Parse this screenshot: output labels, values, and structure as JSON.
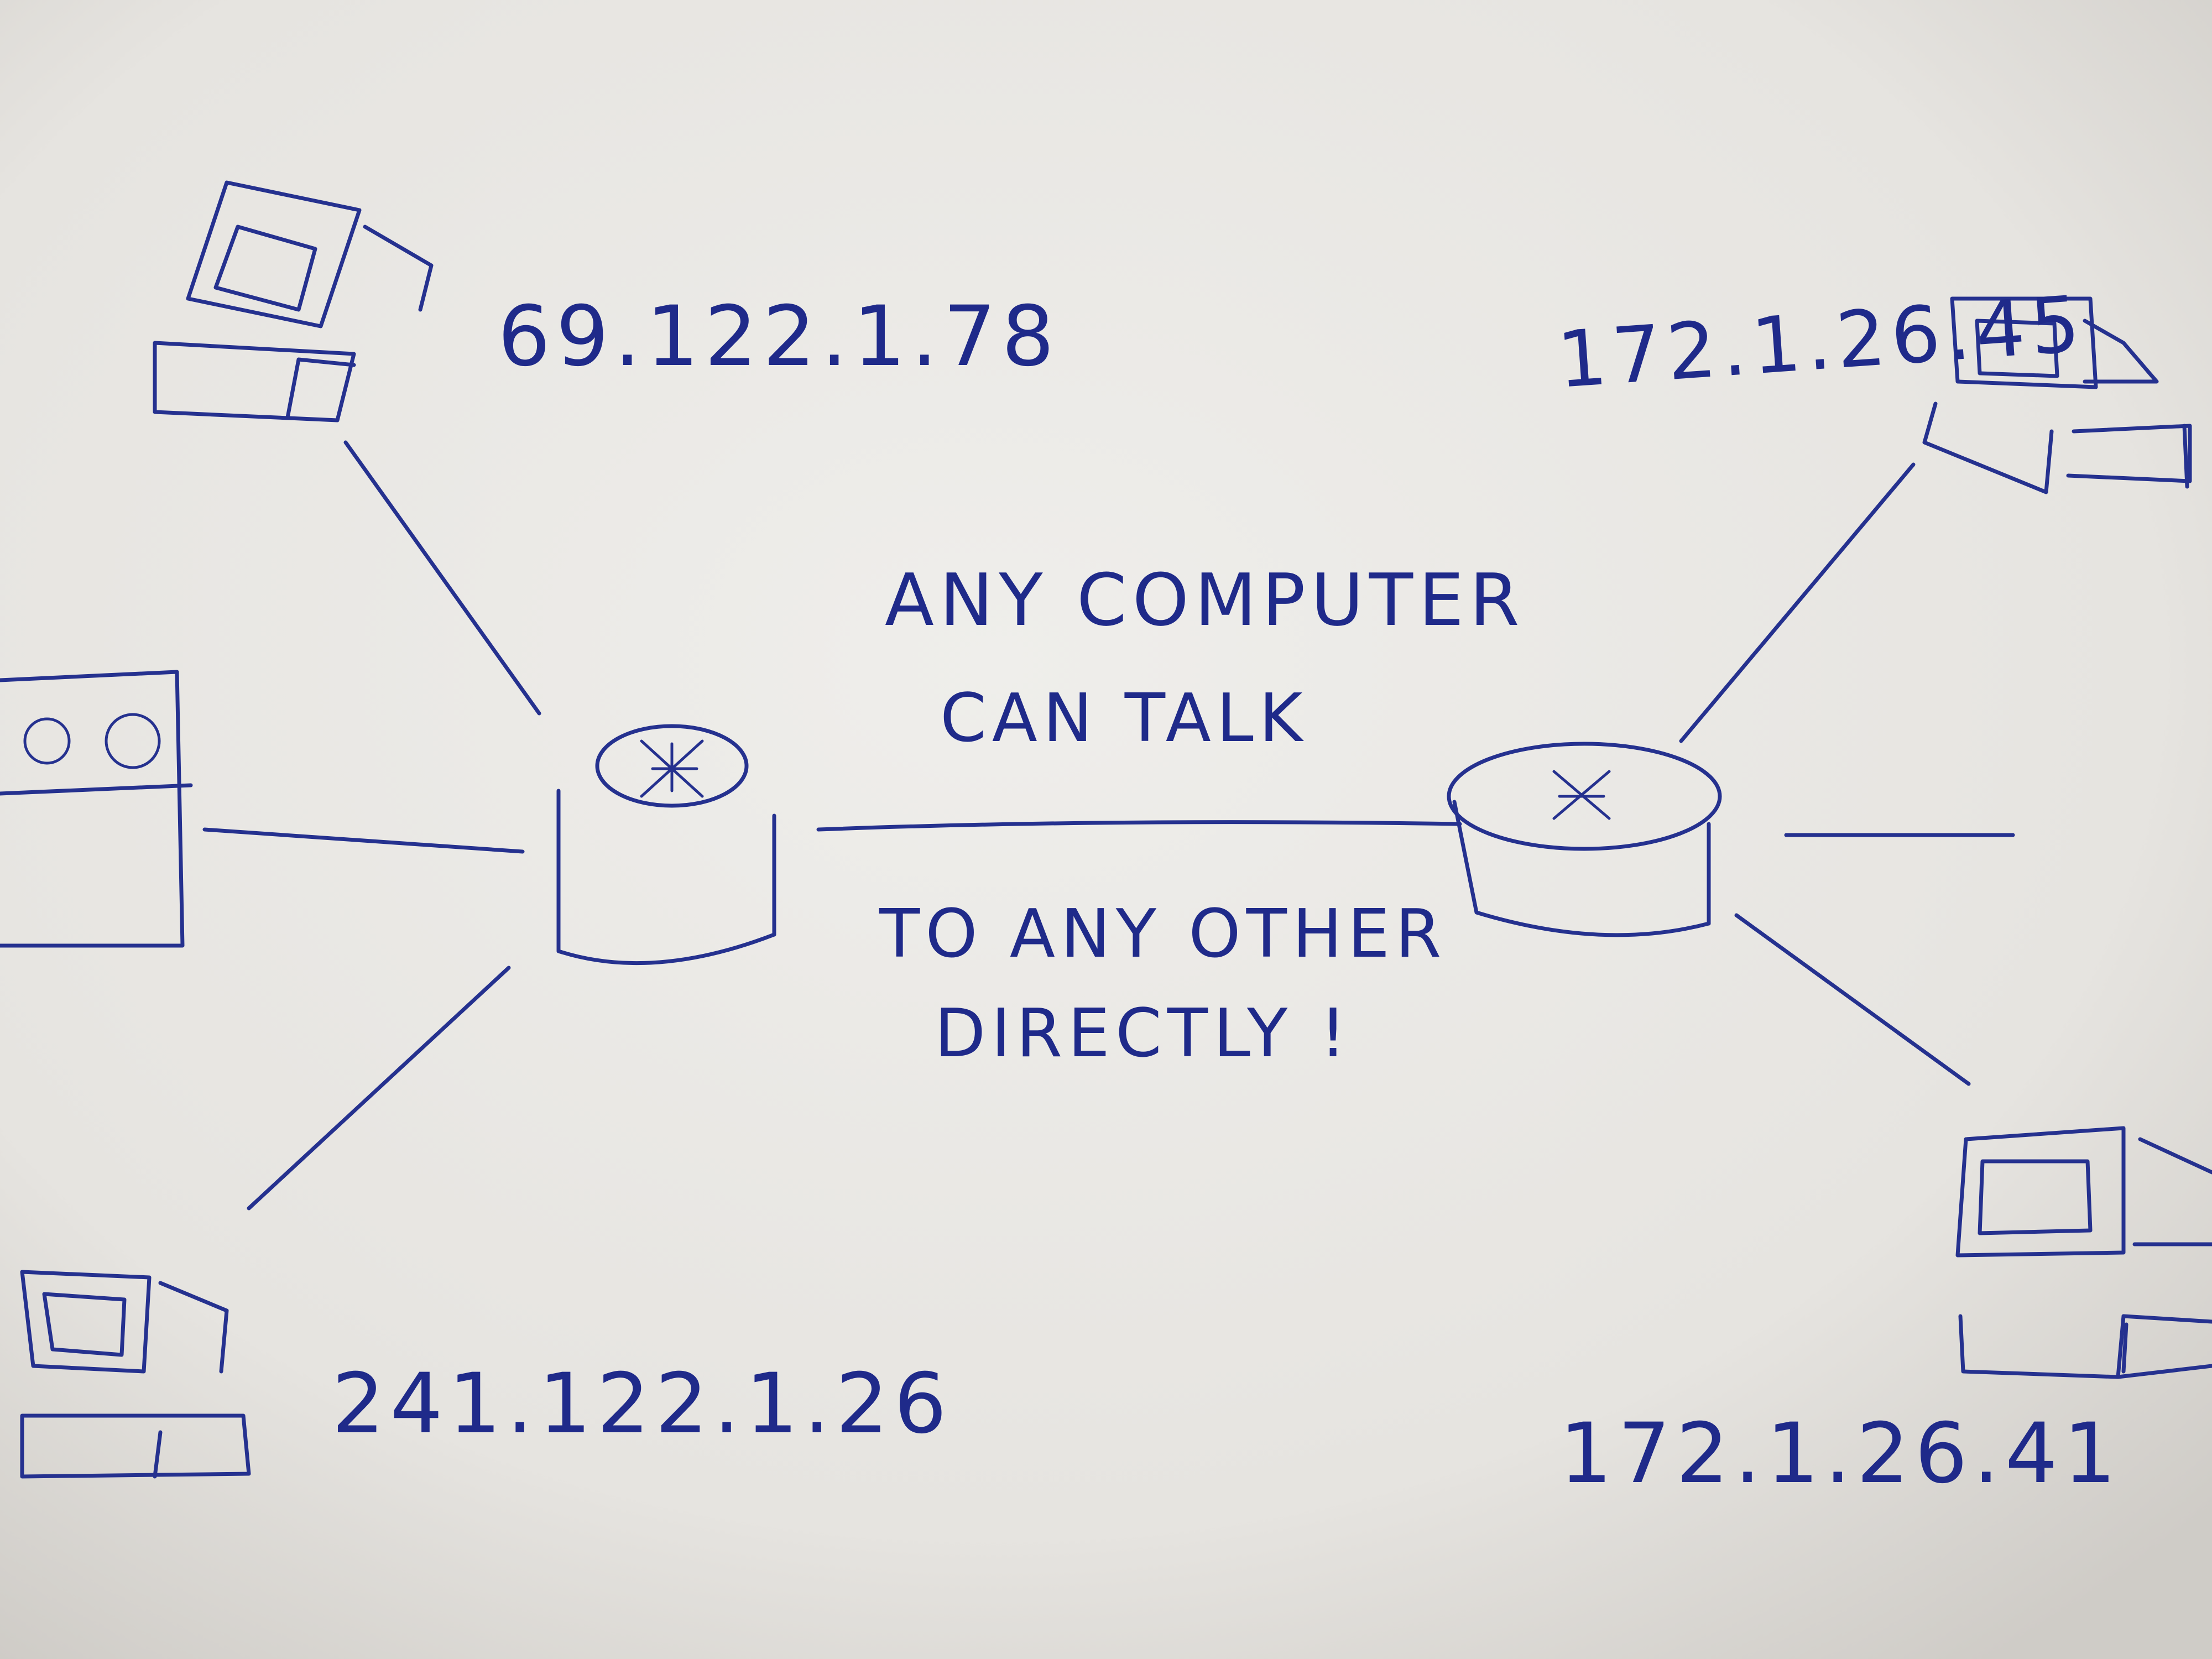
{
  "diagram": {
    "ip_addresses": {
      "top_left": "69.122.1.78",
      "top_right": "172.1.26.45",
      "bottom_left": "241.122.1.26",
      "bottom_right": "172.1.26.41"
    },
    "message": {
      "line1": "ANY COMPUTER",
      "line2": "CAN TALK",
      "line3": "TO ANY OTHER",
      "line4": "DIRECTLY !"
    }
  },
  "colors": {
    "ink": "#25318f",
    "paper": "#e9e7e3"
  }
}
